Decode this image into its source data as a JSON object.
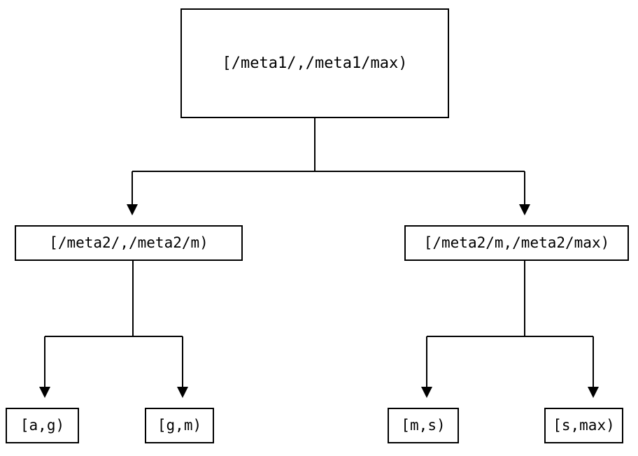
{
  "diagram": {
    "type": "tree",
    "orientation": "top-down",
    "title": "",
    "background_color": "#ffffff",
    "stroke_color": "#000000",
    "text_color": "#000000",
    "stroke_width": 2,
    "arrowhead_style": "solid-triangle-down"
  },
  "nodes": {
    "root": {
      "label": "[/meta1/,/meta1/max)",
      "level": 0
    },
    "mid_left": {
      "label": "[/meta2/,/meta2/m)",
      "level": 1
    },
    "mid_right": {
      "label": "[/meta2/m,/meta2/max)",
      "level": 1
    },
    "leaf_1": {
      "label": "[a,g)",
      "level": 2
    },
    "leaf_2": {
      "label": "[g,m)",
      "level": 2
    },
    "leaf_3": {
      "label": "[m,s)",
      "level": 2
    },
    "leaf_4": {
      "label": "[s,max)",
      "level": 2
    }
  },
  "edges": [
    {
      "from": "root",
      "to": "mid_left"
    },
    {
      "from": "root",
      "to": "mid_right"
    },
    {
      "from": "mid_left",
      "to": "leaf_1"
    },
    {
      "from": "mid_left",
      "to": "leaf_2"
    },
    {
      "from": "mid_right",
      "to": "leaf_3"
    },
    {
      "from": "mid_right",
      "to": "leaf_4"
    }
  ]
}
